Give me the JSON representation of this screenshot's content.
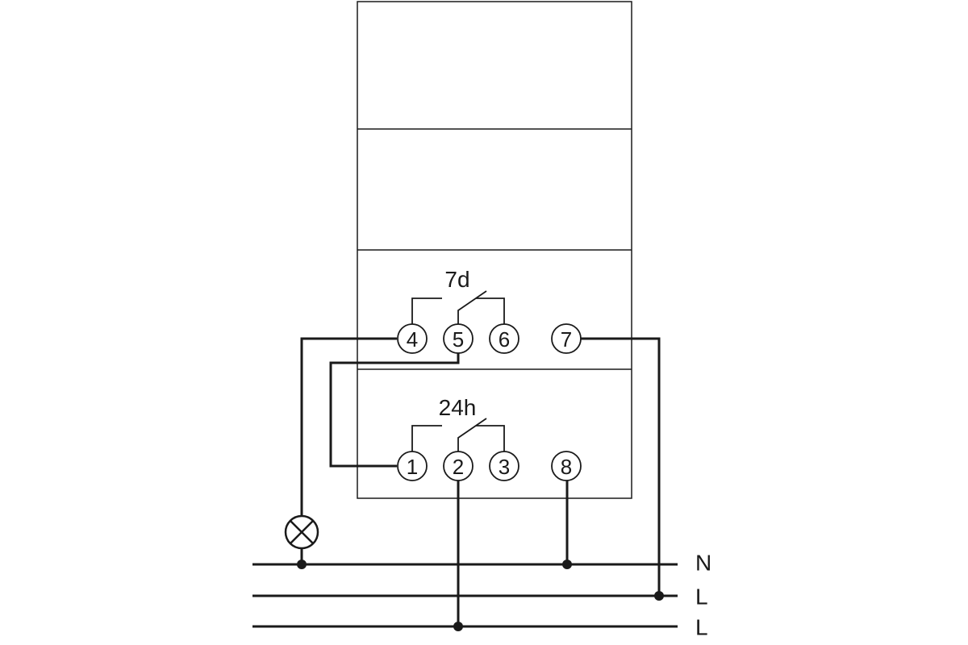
{
  "channels": {
    "weekly": {
      "label": "7d",
      "terminals": [
        "4",
        "5",
        "6"
      ]
    },
    "daily": {
      "label": "24h",
      "terminals": [
        "1",
        "2",
        "3"
      ]
    }
  },
  "supply_terminals": {
    "upper": "7",
    "lower": "8"
  },
  "bus_lines": [
    "N",
    "L",
    "L"
  ]
}
